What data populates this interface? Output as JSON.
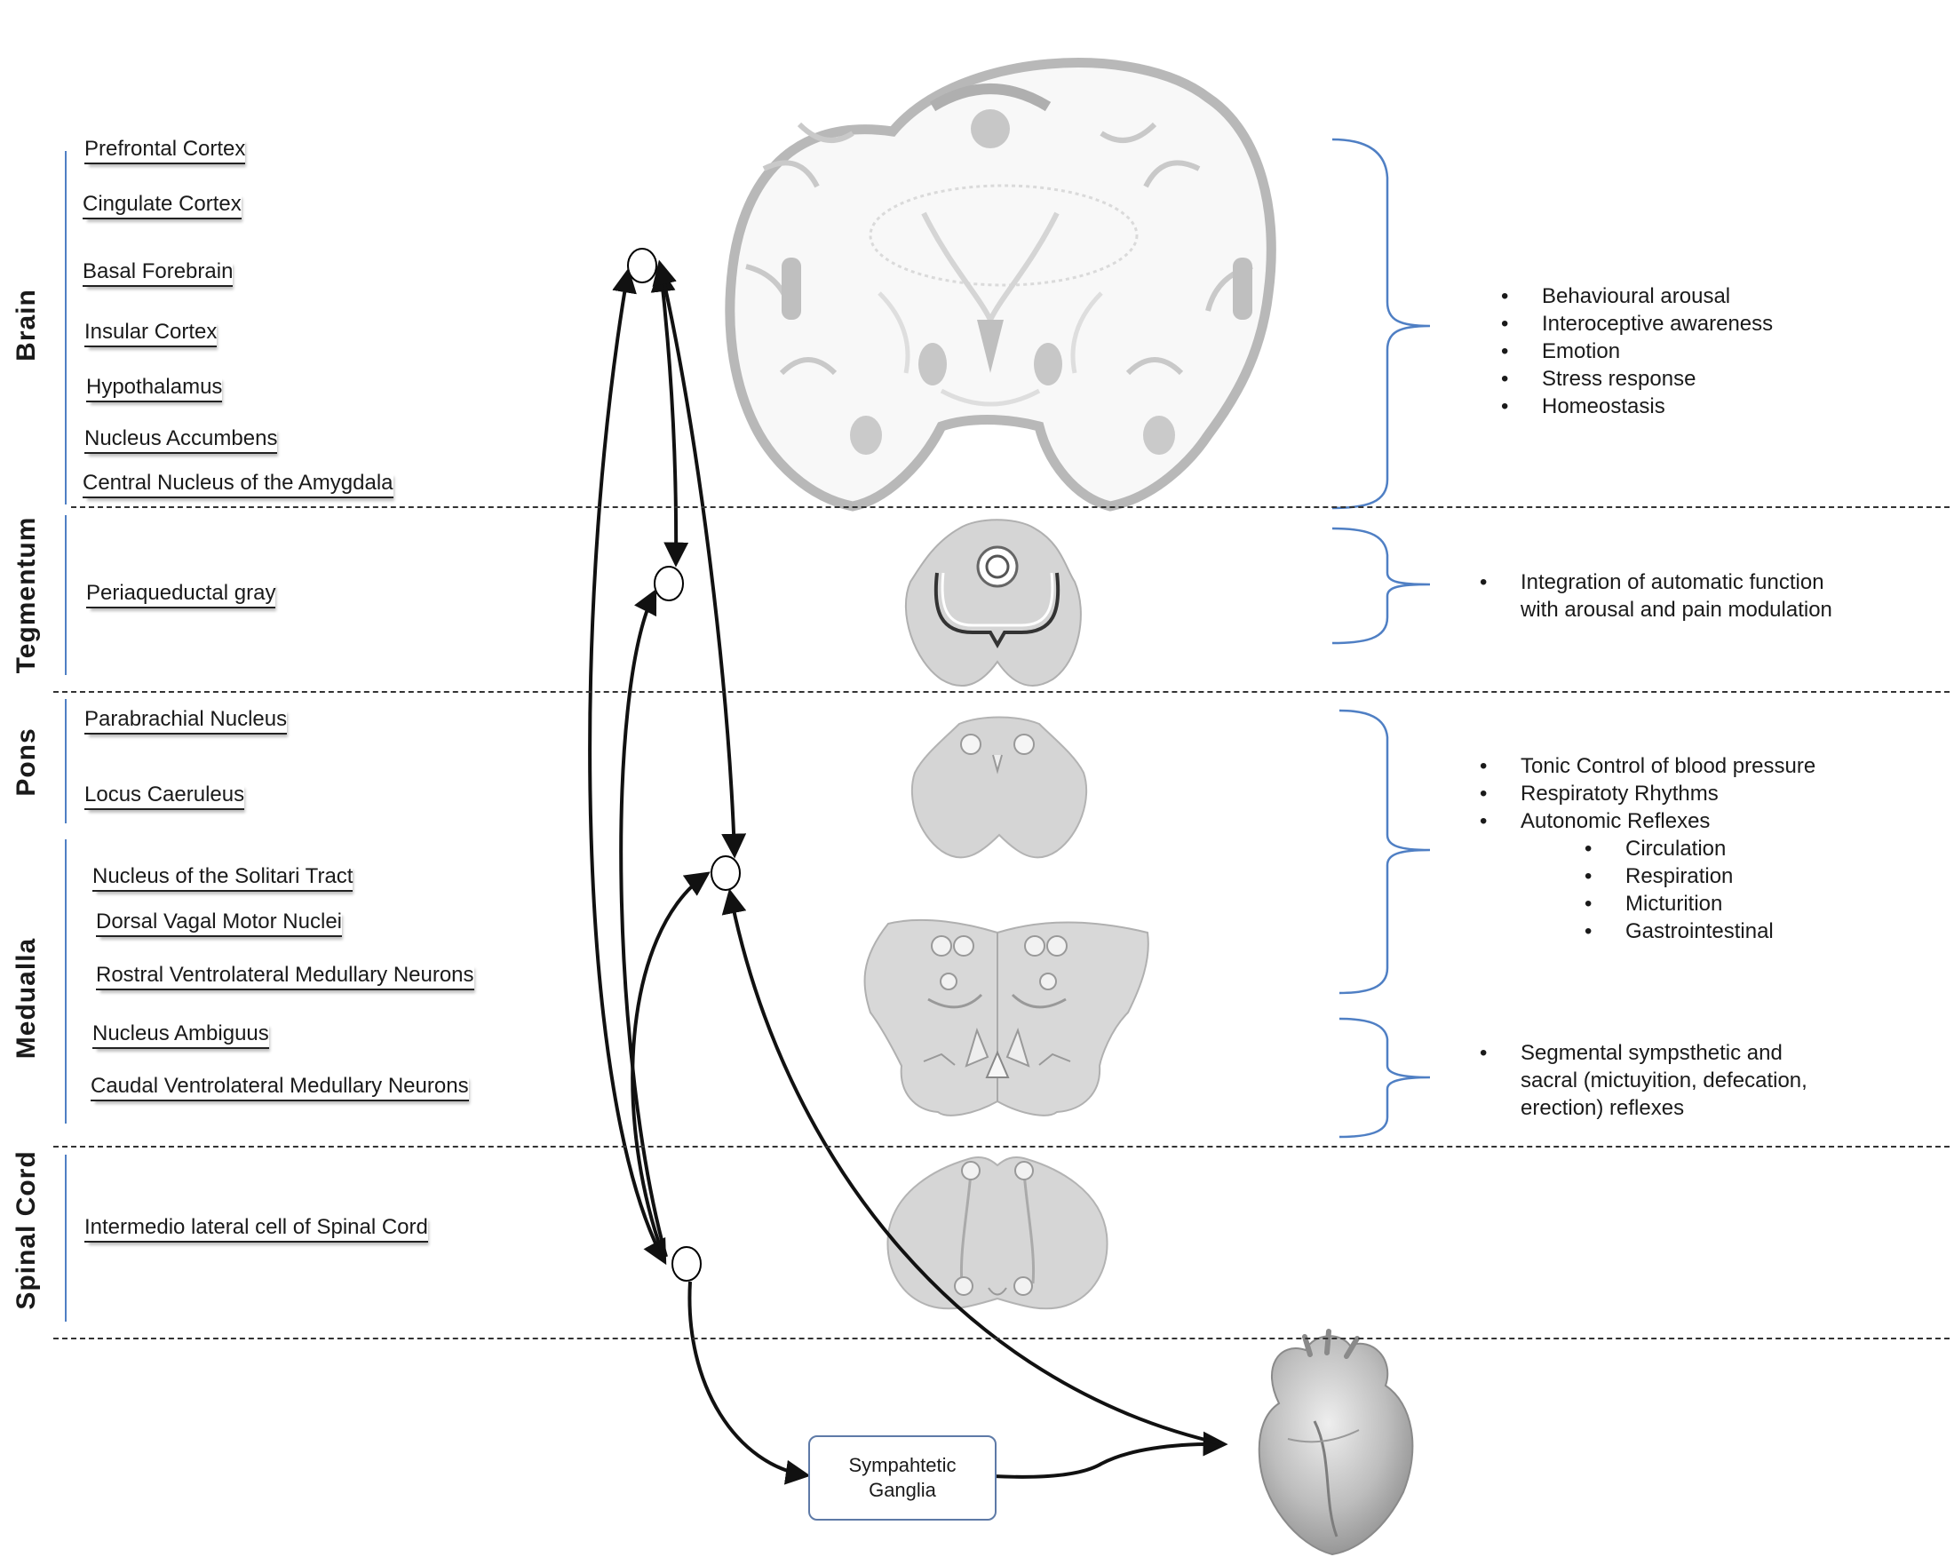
{
  "regions": [
    {
      "id": "brain",
      "label": "Brain"
    },
    {
      "id": "tegmentum",
      "label": "Tegmentum"
    },
    {
      "id": "pons",
      "label": "Pons"
    },
    {
      "id": "medulla",
      "label": "Medualla"
    },
    {
      "id": "spinal",
      "label": "Spinal Cord"
    }
  ],
  "structures": {
    "brain": [
      "Prefrontal Cortex",
      "Cingulate Cortex",
      "Basal Forebrain",
      "Insular Cortex",
      "Hypothalamus",
      "Nucleus Accumbens",
      "Central Nucleus of the Amygdala"
    ],
    "tegmentum": [
      "Periaqueductal gray"
    ],
    "pons": [
      "Parabrachial Nucleus",
      "Locus Caeruleus"
    ],
    "medulla": [
      "Nucleus of the Solitari Tract",
      "Dorsal Vagal Motor Nuclei",
      "Rostral Ventrolateral Medullary Neurons",
      "Nucleus Ambiguus",
      "Caudal Ventrolateral Medullary Neurons"
    ],
    "spinal": [
      "Intermedio  lateral cell of Spinal Cord"
    ]
  },
  "functions": {
    "brain": [
      "Behavioural arousal",
      "Interoceptive awareness",
      "Emotion",
      "Stress response",
      "Homeostasis"
    ],
    "tegmentum": [
      "Integration of automatic function",
      "with arousal and pain modulation"
    ],
    "pons_medulla": [
      "Tonic Control of blood pressure",
      "Respiratoty Rhythms",
      "Autonomic Reflexes"
    ],
    "pons_medulla_sub": [
      "Circulation",
      "Respiration",
      "Micturition",
      "Gastrointestinal"
    ],
    "medulla_lower": [
      "Segmental sympsthetic and",
      "sacral (mictuyition, defecation,",
      "erection) reflexes"
    ]
  },
  "ganglia": {
    "line1": "Sympahtetic",
    "line2": "Ganglia"
  },
  "colors": {
    "bracket": "#4f7fc4",
    "tissue": "#d9d9d9",
    "outline": "#a6a6a6"
  },
  "icons": {
    "heart": "heart-icon",
    "brain_section": "brain-coronal-section-icon"
  }
}
